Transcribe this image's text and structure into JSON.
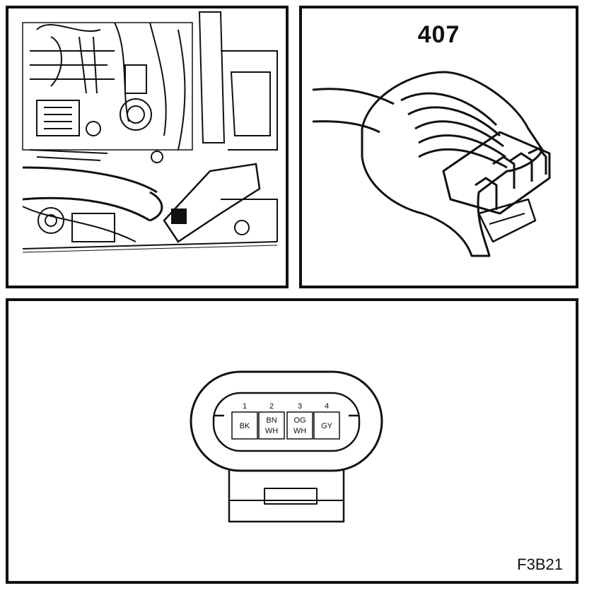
{
  "detail_panel": {
    "reference_number": "407"
  },
  "figure": {
    "code": "F3B21"
  },
  "connector": {
    "pins": [
      {
        "number": "1",
        "lines": [
          "BK"
        ]
      },
      {
        "number": "2",
        "lines": [
          "BN",
          "WH"
        ]
      },
      {
        "number": "3",
        "lines": [
          "OG",
          "WH"
        ]
      },
      {
        "number": "4",
        "lines": [
          "GY"
        ]
      }
    ]
  }
}
